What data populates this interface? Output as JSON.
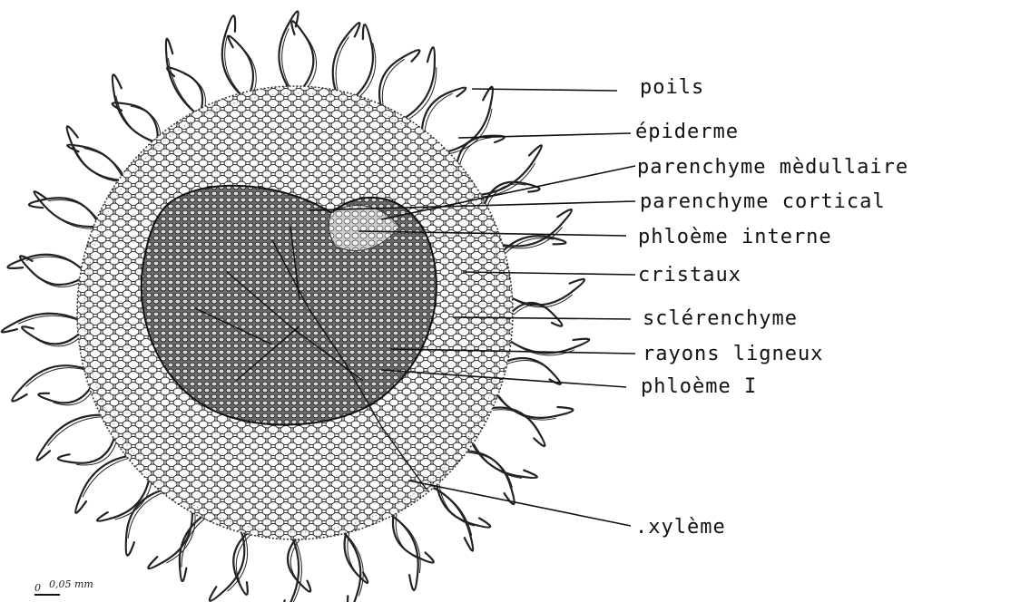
{
  "labels": [
    {
      "key": "poils",
      "text": "poils"
    },
    {
      "key": "epiderme",
      "text": "épiderme"
    },
    {
      "key": "parenchyme-medullaire",
      "text": "parenchyme mèdullaire"
    },
    {
      "key": "parenchyme-cortical",
      "text": "parenchyme cortical"
    },
    {
      "key": "phloeme-interne",
      "text": "phloème interne"
    },
    {
      "key": "cristaux",
      "text": "cristaux"
    },
    {
      "key": "sclerenchyme",
      "text": "sclérenchyme"
    },
    {
      "key": "rayons-ligneux",
      "text": "rayons ligneux"
    },
    {
      "key": "phloeme-1",
      "text": "phloème I"
    },
    {
      "key": "xyleme",
      "text": ".xylème"
    }
  ],
  "scale_bar": {
    "zero": "0",
    "value": "0,05 mm"
  },
  "colors": {
    "ink": "#111111",
    "background": "#ffffff",
    "cell_fill": "#fbfbfb",
    "dark_tissue": "#3a3a3a"
  }
}
